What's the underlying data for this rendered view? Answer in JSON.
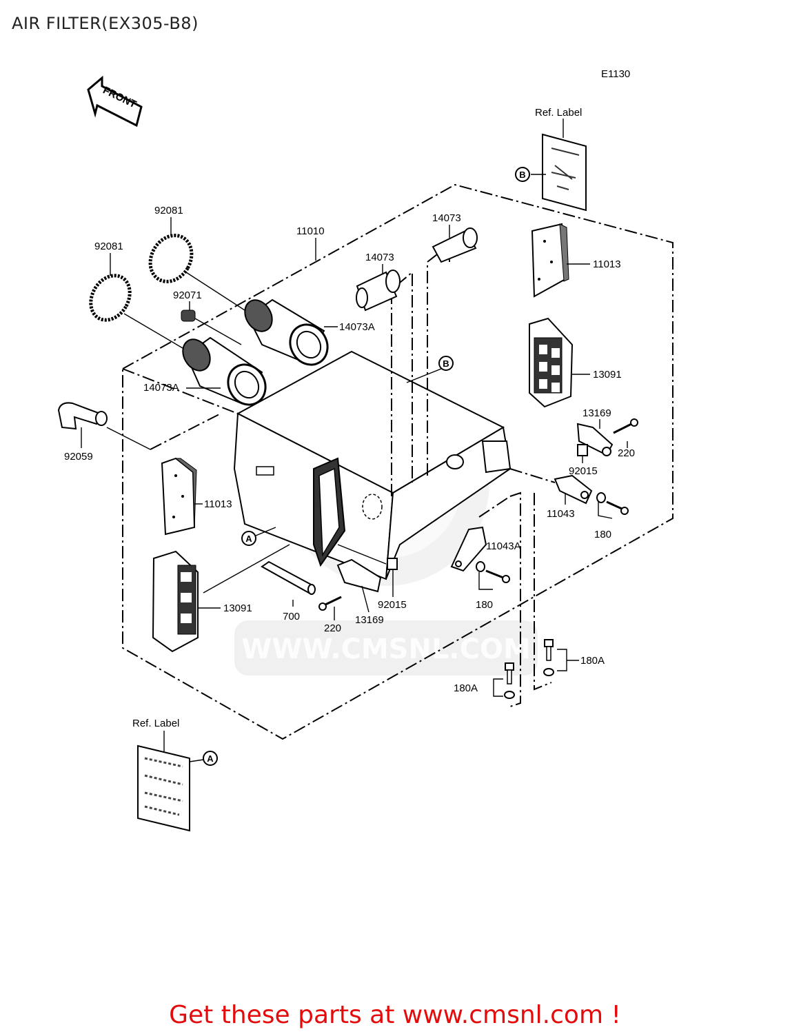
{
  "title": "AIR FILTER(EX305-B8)",
  "diagram_code": "E1130",
  "front_arrow_text": "FRONT",
  "watermark": "WWW.CMSNL.COM",
  "ref_label_text": "Ref. Label",
  "marker_a": "A",
  "marker_b": "B",
  "part_numbers": {
    "p92081_top": "92081",
    "p92081_left": "92081",
    "p11010": "11010",
    "p14073_top": "14073",
    "p14073_mid": "14073",
    "p92071": "92071",
    "p14073A_right": "14073A",
    "p14073A_left": "14073A",
    "p92059": "92059",
    "p11013_right": "11013",
    "p13091_right": "13091",
    "p13169_right": "13169",
    "p220_right": "220",
    "p92015_right": "92015",
    "p11043": "11043",
    "p180_right": "180",
    "p11043A": "11043A",
    "p180_mid": "180",
    "p11013_left": "11013",
    "p13091_left": "13091",
    "p700": "700",
    "p220_left": "220",
    "p13169_left": "13169",
    "p92015_left": "92015",
    "p180A_right": "180A",
    "p180A_left": "180A"
  },
  "promo_text": "Get these parts at www.cmsnl.com !",
  "colors": {
    "promo": "#e30b0b",
    "lines": "#000000",
    "watermark": "#e6e6e6"
  }
}
